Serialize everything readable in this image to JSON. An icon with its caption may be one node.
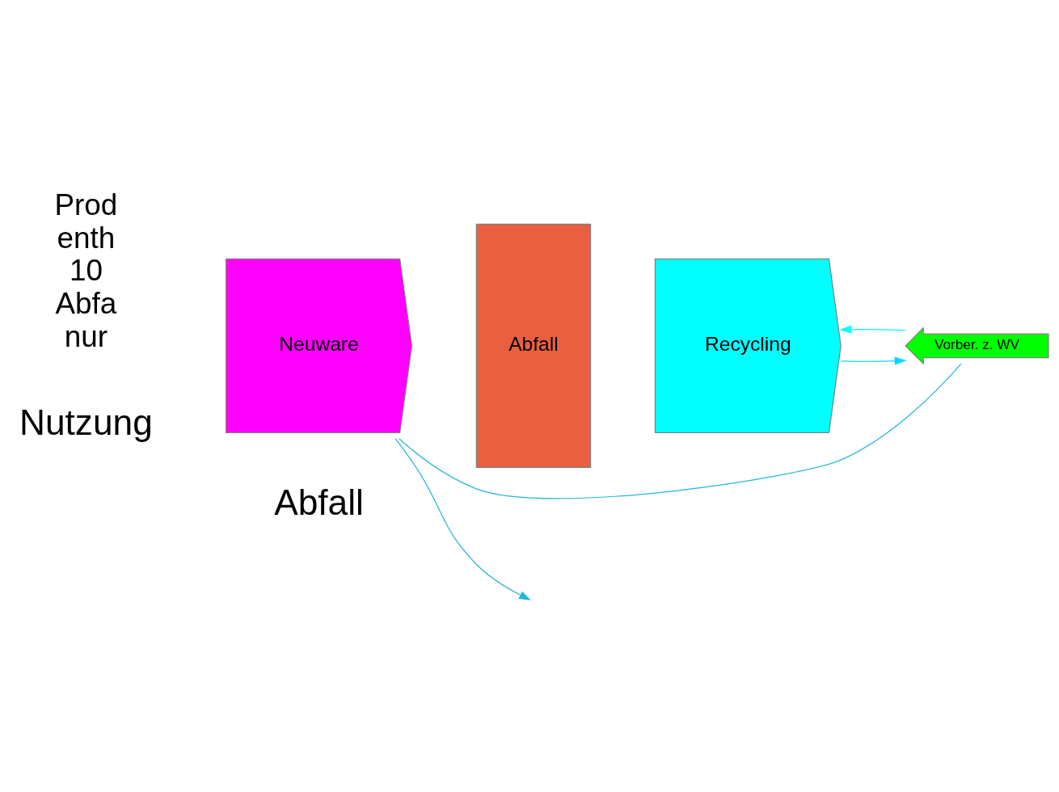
{
  "diagram": {
    "nodes": [
      {
        "text": [
          "Neuware"
        ]
      },
      {
        "text": [
          "Abfall"
        ]
      },
      {
        "text": [
          "Recycling"
        ]
      },
      {
        "text": [
          "Vorber. z. WV"
        ]
      }
    ],
    "edges": [
      {
        "from": 0,
        "to": 3,
        "arrow": "none",
        "color": "#27b5d9"
      },
      {
        "from": 0,
        "to": null,
        "arrow": "to",
        "color": "#27b5d9"
      },
      {
        "from": 2,
        "to": 3,
        "arrow": "to",
        "color": "#00d9ff"
      },
      {
        "from": 3,
        "to": 2,
        "arrow": "to",
        "color": "#00ffff"
      }
    ],
    "labels": [
      "Nutzung",
      "Abfall",
      "Prod enth 10 Abfa nur"
    ]
  }
}
